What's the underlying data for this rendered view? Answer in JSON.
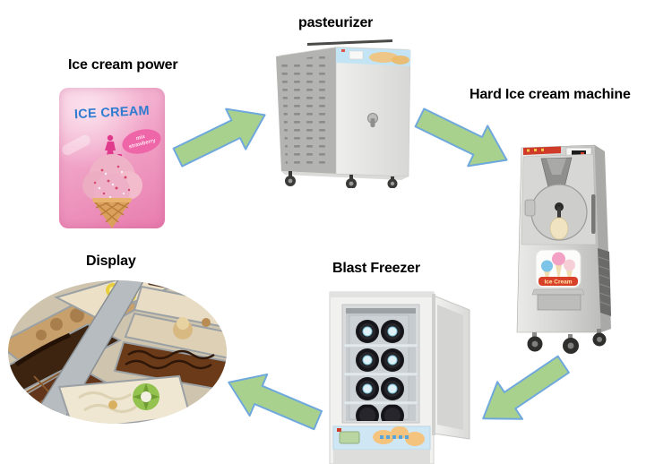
{
  "diagram": {
    "background": "#ffffff",
    "steps": [
      {
        "id": "ice-cream-powder",
        "label": "Ice cream power"
      },
      {
        "id": "pasteurizer",
        "label": "pasteurizer"
      },
      {
        "id": "hard-ice-cream-machine",
        "label": "Hard Ice cream machine"
      },
      {
        "id": "blast-freezer",
        "label": "Blast Freezer"
      },
      {
        "id": "display",
        "label": "Display"
      }
    ],
    "arrows": [
      {
        "from": "ice-cream-powder",
        "to": "pasteurizer",
        "direction": "up-right"
      },
      {
        "from": "pasteurizer",
        "to": "hard-ice-cream-machine",
        "direction": "down-right"
      },
      {
        "from": "hard-ice-cream-machine",
        "to": "blast-freezer",
        "direction": "down-left"
      },
      {
        "from": "blast-freezer",
        "to": "display",
        "direction": "up-left"
      }
    ],
    "packet": {
      "brand": "ICE CREAM",
      "badge": "mix strawberry"
    },
    "hard_machine": {
      "sticker": "Ice Cream"
    },
    "colors": {
      "arrow_fill": "#a9d18e",
      "arrow_stroke": "#6fa8dc",
      "label_text": "#000000",
      "packet_pink": "#ef8fb8",
      "brand_blue": "#2f7bd0",
      "sticker_red": "#d8402a"
    }
  }
}
